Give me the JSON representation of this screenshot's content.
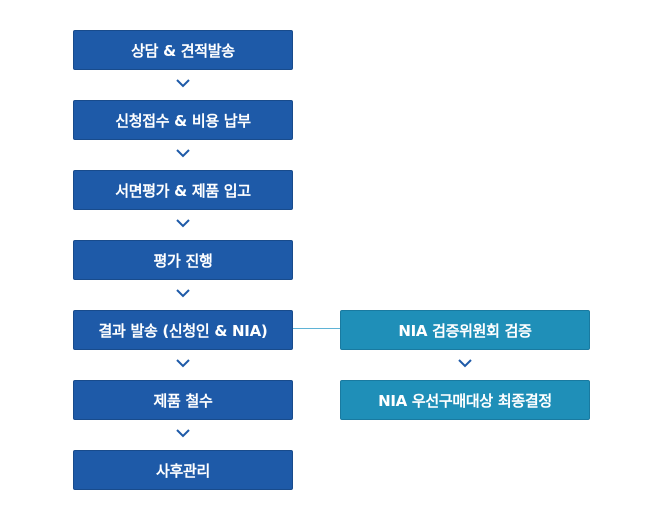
{
  "main_steps": [
    {
      "label": "상담 & 견적발송"
    },
    {
      "label": "신청접수 & 비용 납부"
    },
    {
      "label": "서면평가 & 제품 입고"
    },
    {
      "label": "평가 진행"
    },
    {
      "label": "결과 발송 (신청인 & NIA)"
    },
    {
      "label": "제품 철수"
    },
    {
      "label": "사후관리"
    }
  ],
  "side_steps": [
    {
      "label": "NIA 검증위원회 검증"
    },
    {
      "label": "NIA 우선구매대상 최종결정"
    }
  ],
  "colors": {
    "main_box": "#1e5aa8",
    "side_box": "#1f8fb8",
    "chevron": "#1e5aa8",
    "connector": "#5fb3d6"
  }
}
